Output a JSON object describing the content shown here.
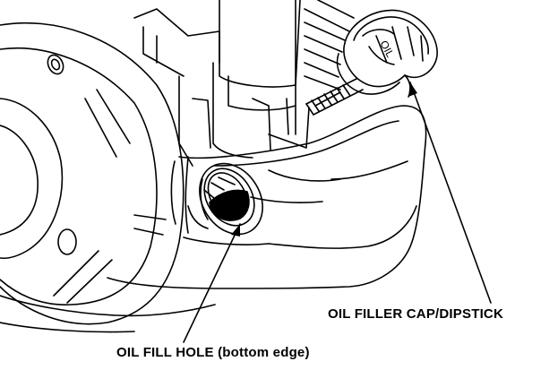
{
  "diagram": {
    "callouts": {
      "filler_cap": "OIL FILLER CAP/DIPSTICK",
      "fill_hole": "OIL FILL HOLE (bottom edge)"
    },
    "cap_marking": "OIL",
    "colors": {
      "line": "#000000",
      "background": "#ffffff"
    }
  }
}
